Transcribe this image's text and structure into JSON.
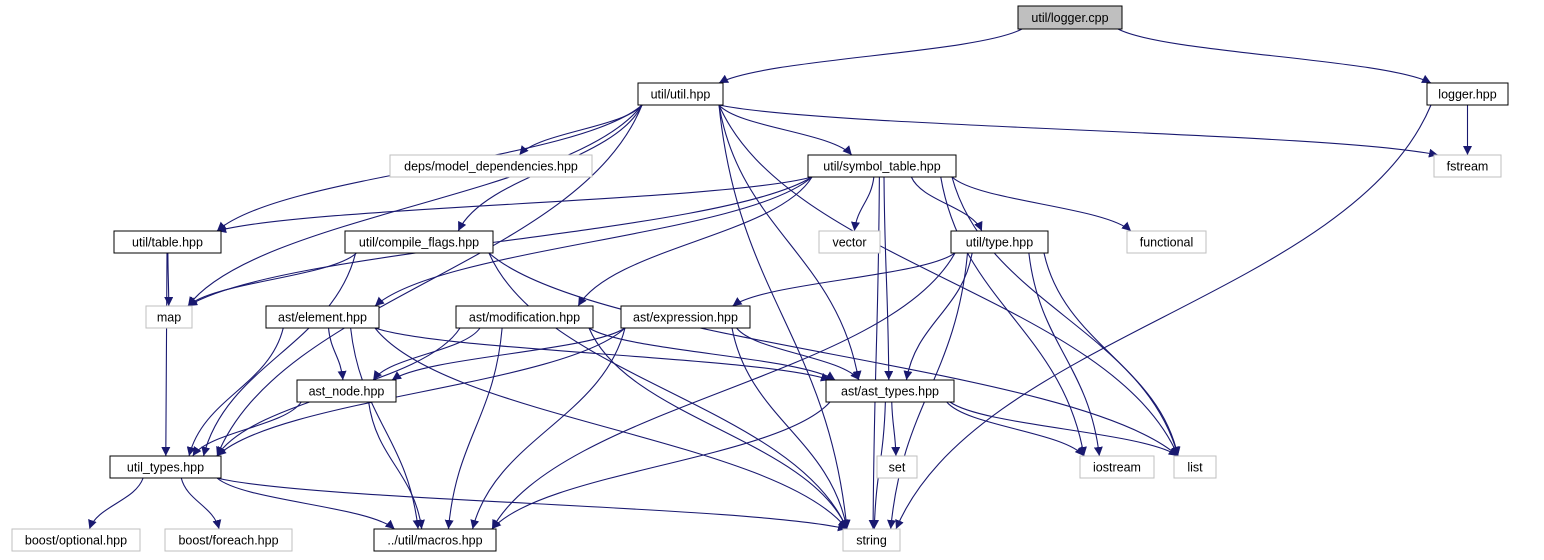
{
  "graph": {
    "colors": {
      "edge": "#191970",
      "node_border": "#000000",
      "node_border_external": "#bfbfbf",
      "root_fill": "#bfbfbf",
      "node_fill": "#ffffff"
    },
    "nodes": [
      {
        "id": "logger_cpp",
        "label": "util/logger.cpp",
        "kind": "root"
      },
      {
        "id": "util_hpp",
        "label": "util/util.hpp",
        "kind": "file"
      },
      {
        "id": "logger_hpp",
        "label": "logger.hpp",
        "kind": "file"
      },
      {
        "id": "deps",
        "label": "deps/model_dependencies.hpp",
        "kind": "external"
      },
      {
        "id": "symtab",
        "label": "util/symbol_table.hpp",
        "kind": "file"
      },
      {
        "id": "fstream",
        "label": "fstream",
        "kind": "external"
      },
      {
        "id": "table",
        "label": "util/table.hpp",
        "kind": "file"
      },
      {
        "id": "compile_flags",
        "label": "util/compile_flags.hpp",
        "kind": "file"
      },
      {
        "id": "vector",
        "label": "vector",
        "kind": "external"
      },
      {
        "id": "type",
        "label": "util/type.hpp",
        "kind": "file"
      },
      {
        "id": "functional",
        "label": "functional",
        "kind": "external"
      },
      {
        "id": "map",
        "label": "map",
        "kind": "external"
      },
      {
        "id": "element",
        "label": "ast/element.hpp",
        "kind": "file"
      },
      {
        "id": "modification",
        "label": "ast/modification.hpp",
        "kind": "file"
      },
      {
        "id": "expression",
        "label": "ast/expression.hpp",
        "kind": "file"
      },
      {
        "id": "ast_node",
        "label": "ast_node.hpp",
        "kind": "file"
      },
      {
        "id": "ast_types",
        "label": "ast/ast_types.hpp",
        "kind": "file"
      },
      {
        "id": "util_types",
        "label": "util_types.hpp",
        "kind": "file"
      },
      {
        "id": "set",
        "label": "set",
        "kind": "external"
      },
      {
        "id": "iostream",
        "label": "iostream",
        "kind": "external"
      },
      {
        "id": "list",
        "label": "list",
        "kind": "external"
      },
      {
        "id": "boost_optional",
        "label": "boost/optional.hpp",
        "kind": "external"
      },
      {
        "id": "boost_foreach",
        "label": "boost/foreach.hpp",
        "kind": "external"
      },
      {
        "id": "macros",
        "label": "../util/macros.hpp",
        "kind": "file"
      },
      {
        "id": "string",
        "label": "string",
        "kind": "external"
      }
    ],
    "edges": [
      [
        "logger_cpp",
        "util_hpp"
      ],
      [
        "logger_cpp",
        "logger_hpp"
      ],
      [
        "util_hpp",
        "deps"
      ],
      [
        "util_hpp",
        "symtab"
      ],
      [
        "util_hpp",
        "fstream"
      ],
      [
        "util_hpp",
        "table"
      ],
      [
        "util_hpp",
        "compile_flags"
      ],
      [
        "util_hpp",
        "map"
      ],
      [
        "util_hpp",
        "util_types"
      ],
      [
        "util_hpp",
        "ast_types"
      ],
      [
        "util_hpp",
        "list"
      ],
      [
        "util_hpp",
        "string"
      ],
      [
        "logger_hpp",
        "fstream"
      ],
      [
        "logger_hpp",
        "string"
      ],
      [
        "symtab",
        "table"
      ],
      [
        "symtab",
        "map"
      ],
      [
        "symtab",
        "vector"
      ],
      [
        "symtab",
        "type"
      ],
      [
        "symtab",
        "functional"
      ],
      [
        "symtab",
        "element"
      ],
      [
        "symtab",
        "modification"
      ],
      [
        "symtab",
        "ast_types"
      ],
      [
        "symtab",
        "list"
      ],
      [
        "symtab",
        "iostream"
      ],
      [
        "symtab",
        "string"
      ],
      [
        "table",
        "map"
      ],
      [
        "table",
        "util_types"
      ],
      [
        "compile_flags",
        "map"
      ],
      [
        "compile_flags",
        "util_types"
      ],
      [
        "compile_flags",
        "list"
      ],
      [
        "compile_flags",
        "string"
      ],
      [
        "type",
        "expression"
      ],
      [
        "type",
        "ast_types"
      ],
      [
        "type",
        "iostream"
      ],
      [
        "type",
        "list"
      ],
      [
        "type",
        "string"
      ],
      [
        "type",
        "macros"
      ],
      [
        "element",
        "ast_node"
      ],
      [
        "element",
        "util_types"
      ],
      [
        "element",
        "ast_types"
      ],
      [
        "element",
        "macros"
      ],
      [
        "element",
        "string"
      ],
      [
        "modification",
        "ast_node"
      ],
      [
        "modification",
        "util_types"
      ],
      [
        "modification",
        "ast_types"
      ],
      [
        "modification",
        "macros"
      ],
      [
        "modification",
        "string"
      ],
      [
        "expression",
        "ast_node"
      ],
      [
        "expression",
        "util_types"
      ],
      [
        "expression",
        "ast_types"
      ],
      [
        "expression",
        "macros"
      ],
      [
        "expression",
        "string"
      ],
      [
        "ast_node",
        "util_types"
      ],
      [
        "ast_node",
        "macros"
      ],
      [
        "ast_types",
        "set"
      ],
      [
        "ast_types",
        "iostream"
      ],
      [
        "ast_types",
        "list"
      ],
      [
        "ast_types",
        "string"
      ],
      [
        "ast_types",
        "macros"
      ],
      [
        "util_types",
        "boost_optional"
      ],
      [
        "util_types",
        "boost_foreach"
      ],
      [
        "util_types",
        "macros"
      ],
      [
        "util_types",
        "string"
      ]
    ]
  }
}
